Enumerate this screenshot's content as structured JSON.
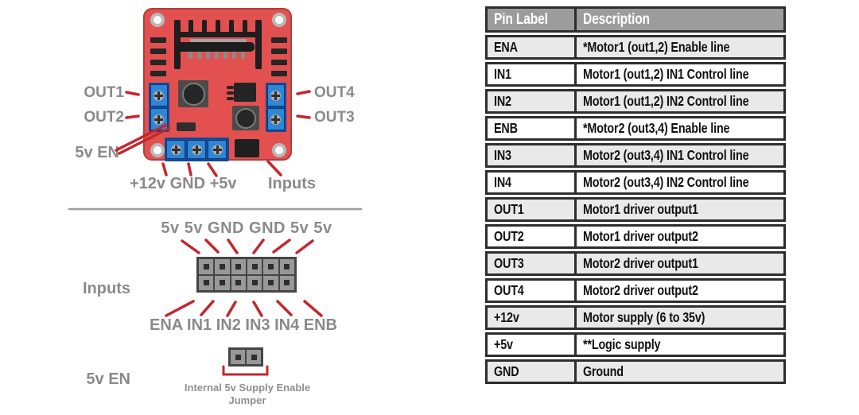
{
  "diagram": {
    "board_labels": {
      "out1": "OUT1",
      "out2": "OUT2",
      "out3": "OUT3",
      "out4": "OUT4",
      "en_5v": "5v EN",
      "power_pins": "+12v GND +5v",
      "inputs": "Inputs"
    },
    "header_pinout": {
      "top_row": "5v 5v GND GND 5v 5v",
      "left_label": "Inputs",
      "bottom_row": "ENA IN1 IN2 IN3 IN4 ENB"
    },
    "jumper": {
      "left_label": "5v EN",
      "caption_line1": "Internal 5v Supply Enable",
      "caption_line2": "Jumper"
    }
  },
  "pin_table": {
    "headers": [
      "Pin Label",
      "Description"
    ],
    "rows": [
      [
        "ENA",
        "*Motor1 (out1,2) Enable line"
      ],
      [
        "IN1",
        "Motor1 (out1,2) IN1 Control line"
      ],
      [
        "IN2",
        "Motor1 (out1,2) IN2 Control line"
      ],
      [
        "ENB",
        "*Motor2 (out3,4) Enable line"
      ],
      [
        "IN3",
        "Motor2 (out3,4) IN1 Control line"
      ],
      [
        "IN4",
        "Motor2 (out3,4) IN2 Control line"
      ],
      [
        "OUT1",
        "Motor1 driver output1"
      ],
      [
        "OUT2",
        "Motor1 driver output2"
      ],
      [
        "OUT3",
        "Motor2 driver output1"
      ],
      [
        "OUT4",
        "Motor2 driver output2"
      ],
      [
        "+12v",
        "Motor supply (6 to 35v)"
      ],
      [
        "+5v",
        "**Logic supply"
      ],
      [
        "GND",
        "Ground"
      ]
    ]
  },
  "colors": {
    "pcb_red": "#e25150",
    "terminal_blue": "#2d86d6",
    "annotation_red": "#c5262c",
    "label_gray": "#8a8a8a",
    "table_header_bg": "#9c9c9c",
    "table_row_alt": "#e9e9e9",
    "table_border": "#2d2d2d"
  }
}
